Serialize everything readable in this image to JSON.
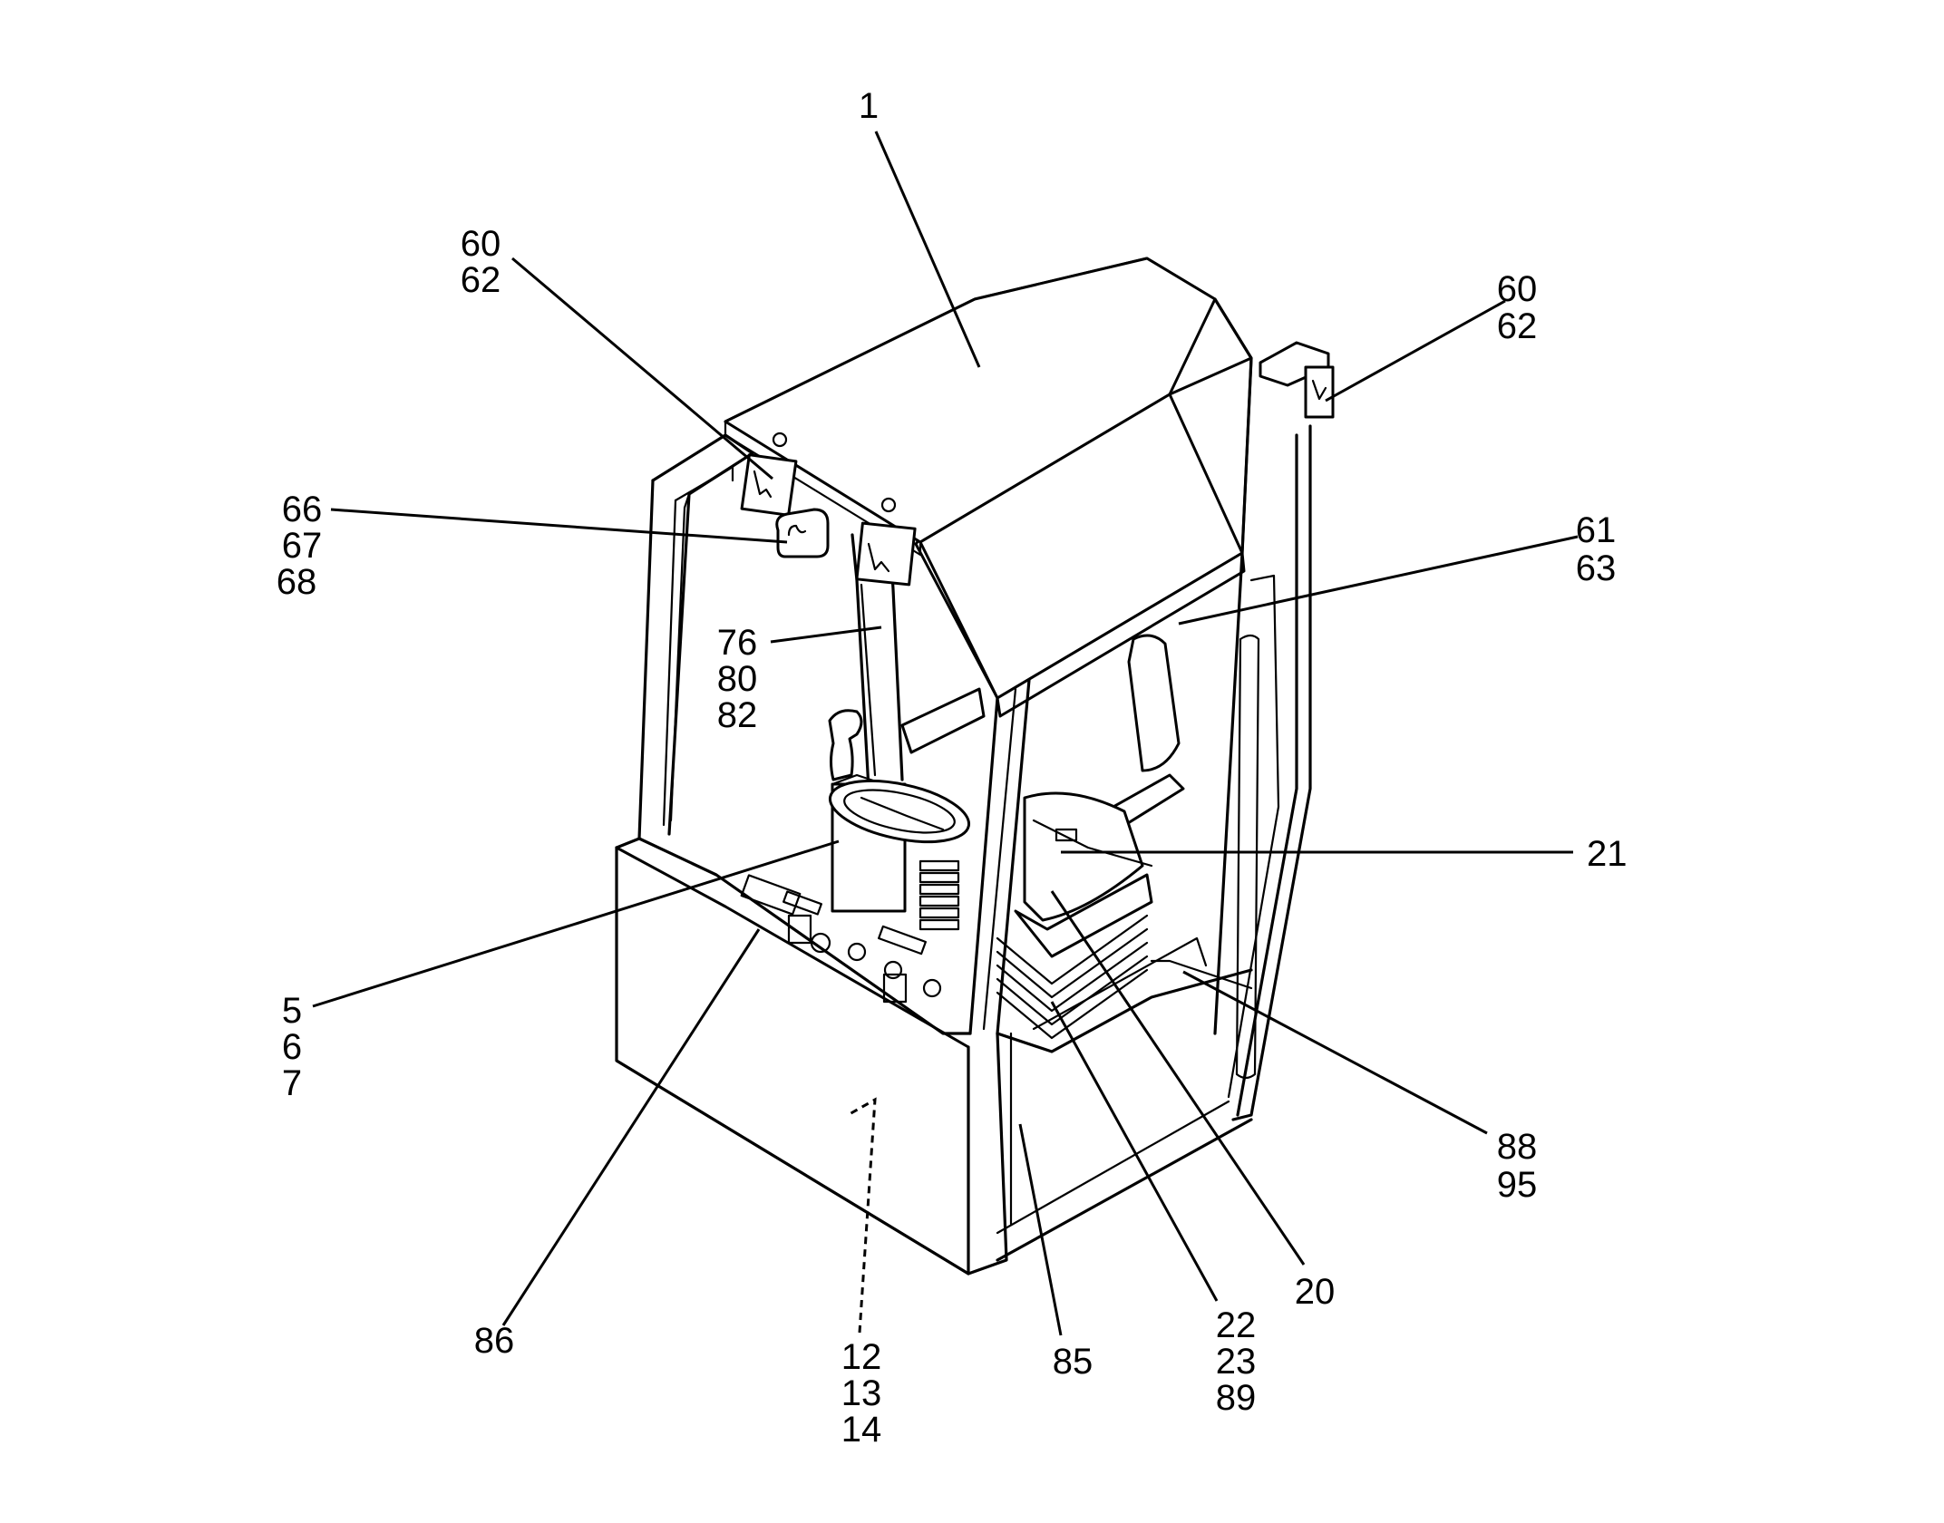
{
  "callouts": [
    {
      "id": "c1",
      "lines": [
        "1"
      ]
    },
    {
      "id": "c2",
      "lines": [
        "60",
        "62"
      ]
    },
    {
      "id": "c3",
      "lines": [
        "60",
        "62"
      ]
    },
    {
      "id": "c4",
      "lines": [
        "66",
        "67",
        "68"
      ]
    },
    {
      "id": "c5",
      "lines": [
        "61",
        "63"
      ]
    },
    {
      "id": "c6",
      "lines": [
        "76",
        "80",
        "82"
      ]
    },
    {
      "id": "c7",
      "lines": [
        "21"
      ]
    },
    {
      "id": "c8",
      "lines": [
        "5",
        "6",
        "7"
      ]
    },
    {
      "id": "c9",
      "lines": [
        "88",
        "95"
      ]
    },
    {
      "id": "c10",
      "lines": [
        "20"
      ]
    },
    {
      "id": "c11",
      "lines": [
        "86"
      ]
    },
    {
      "id": "c12",
      "lines": [
        "85"
      ]
    },
    {
      "id": "c13",
      "lines": [
        "22",
        "23",
        "89"
      ]
    },
    {
      "id": "c14",
      "lines": [
        "12",
        "13",
        "14"
      ]
    }
  ]
}
